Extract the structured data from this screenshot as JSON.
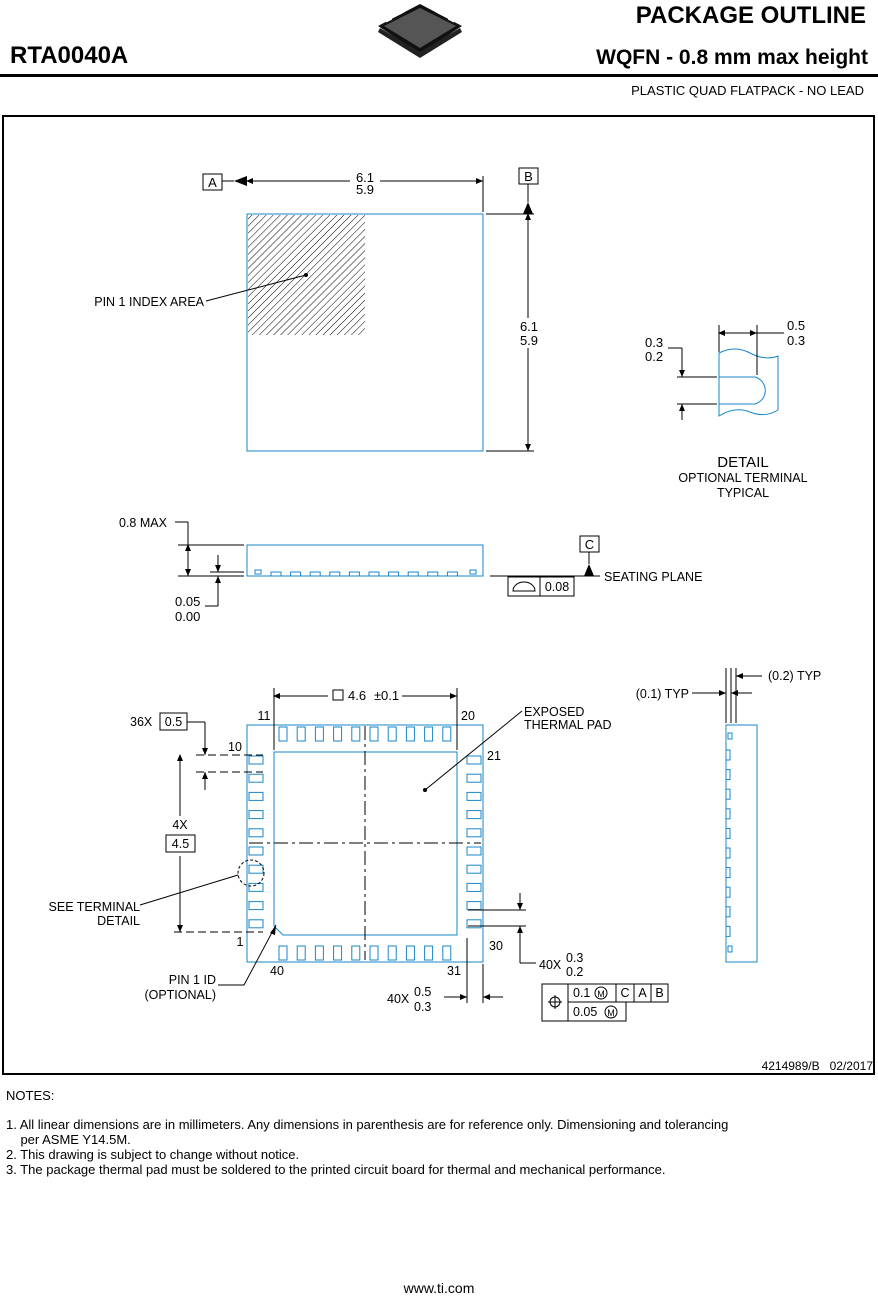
{
  "header": {
    "title": "PACKAGE OUTLINE",
    "part_number": "RTA0040A",
    "subtitle": "WQFN - 0.8 mm max height",
    "package_type": "PLASTIC QUAD FLATPACK - NO LEAD"
  },
  "colors": {
    "outline": "#1a86c8",
    "ink": "#000000"
  },
  "drawing": {
    "datum_a": "A",
    "datum_b": "B",
    "datum_c": "C",
    "top_width_max": "6.1",
    "top_width_min": "5.9",
    "top_height_max": "6.1",
    "top_height_min": "5.9",
    "pin1_index_label": "PIN 1 INDEX AREA",
    "detail_title": "DETAIL",
    "detail_sub1": "OPTIONAL TERMINAL",
    "detail_sub2": "TYPICAL",
    "detail_w_max": "0.5",
    "detail_w_min": "0.3",
    "detail_h_max": "0.3",
    "detail_h_min": "0.2",
    "side_max_height": "0.8 MAX",
    "standoff_max": "0.05",
    "standoff_min": "0.00",
    "seating_plane": "SEATING PLANE",
    "flatness_value": "0.08",
    "pad_size": "4.6",
    "pad_tol": "0.1",
    "pitch_prefix": "36X",
    "pitch_value": "0.5",
    "span_prefix": "4X",
    "span_value": "4.5",
    "exposed_pad_1": "EXPOSED",
    "exposed_pad_2": "THERMAL PAD",
    "see_terminal_1": "SEE TERMINAL",
    "see_terminal_2": "DETAIL",
    "pin1_id_1": "PIN 1 ID",
    "pin1_id_2": "(OPTIONAL)",
    "pin_11": "11",
    "pin_20": "20",
    "pin_10": "10",
    "pin_21": "21",
    "pin_1": "1",
    "pin_30": "30",
    "pin_40": "40",
    "pin_31": "31",
    "lead_w_prefix": "40X",
    "lead_w_max": "0.3",
    "lead_w_min": "0.2",
    "lead_l_prefix": "40X",
    "lead_l_max": "0.5",
    "lead_l_min": "0.3",
    "fcf_tol1": "0.1",
    "fcf_c": "C",
    "fcf_a": "A",
    "fcf_b": "B",
    "fcf_tol2": "0.05",
    "typ_01": "(0.1) TYP",
    "typ_02": "(0.2) TYP",
    "doc_number": "4214989/B   02/2017"
  },
  "notes": {
    "heading": "NOTES:",
    "lines": [
      "1. All linear dimensions are in millimeters. Any dimensions in parenthesis are for reference only. Dimensioning and tolerancing",
      "    per ASME Y14.5M.",
      "2. This drawing is subject to change without notice.",
      "3. The package thermal pad must be soldered to the printed circuit board for thermal and mechanical performance."
    ]
  },
  "footer": {
    "url": "www.ti.com"
  }
}
